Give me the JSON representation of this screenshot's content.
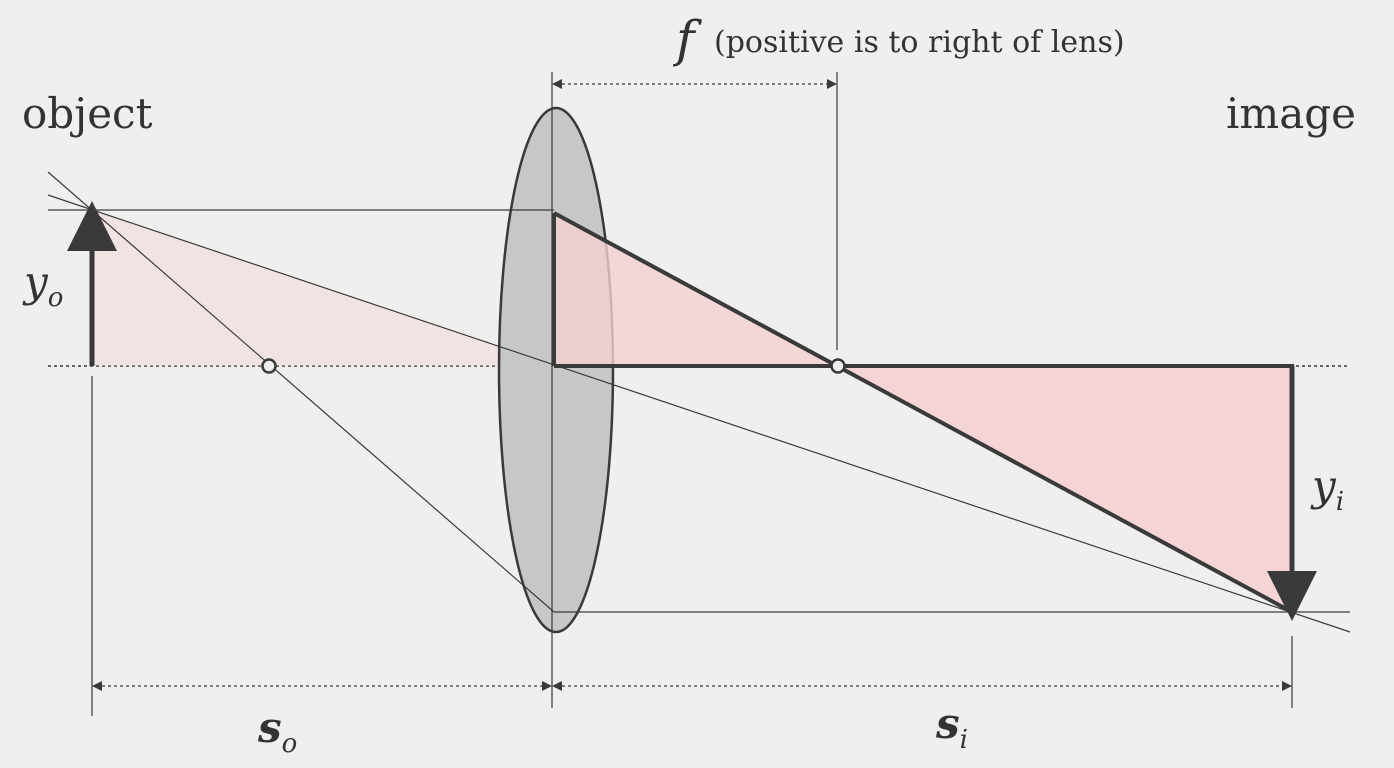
{
  "labels": {
    "object": "object",
    "image": "image",
    "f_symbol": "f",
    "f_note": "(positive is to right of lens)",
    "yo_main": "y",
    "yo_sub": "o",
    "yi_main": "y",
    "yi_sub": "i",
    "so_main": "s",
    "so_sub": "o",
    "si_main": "s",
    "si_sub": "i"
  },
  "colors": {
    "background": "#efefed",
    "ink": "#3a3a3a",
    "lens_fill": "#c7c7c7",
    "triangle_fill": "#f4cfcf"
  }
}
